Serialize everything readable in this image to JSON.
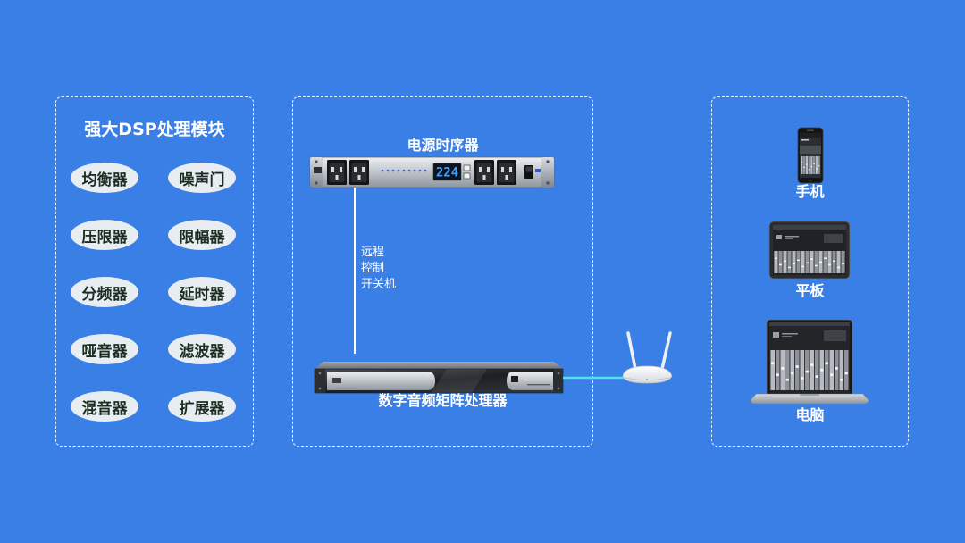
{
  "left_panel": {
    "title": "强大DSP处理模块",
    "modules": [
      "均衡器",
      "噪声门",
      "压限器",
      "限幅器",
      "分频器",
      "延时器",
      "哑音器",
      "滤波器",
      "混音器",
      "扩展器"
    ]
  },
  "center_panel": {
    "power_sequencer": {
      "label": "电源时序器",
      "display": "224",
      "icon": "power-sequencer-icon"
    },
    "control_link": {
      "lines": [
        "远程",
        "控制",
        "开关机"
      ]
    },
    "matrix_processor": {
      "label": "数字音频矩阵处理器",
      "icon": "matrix-processor-icon"
    },
    "network": {
      "icon": "wifi-router-icon"
    }
  },
  "right_panel": {
    "devices": [
      {
        "label": "手机",
        "icon": "smartphone-icon"
      },
      {
        "label": "平板",
        "icon": "tablet-icon"
      },
      {
        "label": "电脑",
        "icon": "laptop-icon"
      }
    ]
  },
  "colors": {
    "background": "#3a7fe6",
    "panel_border": "#ffffff",
    "module_fill": "#e8edf2",
    "module_text": "#1c2e22",
    "control_line": "#ffffff",
    "network_link": "#4de3ea",
    "display_digits": "#3fa2ff"
  }
}
